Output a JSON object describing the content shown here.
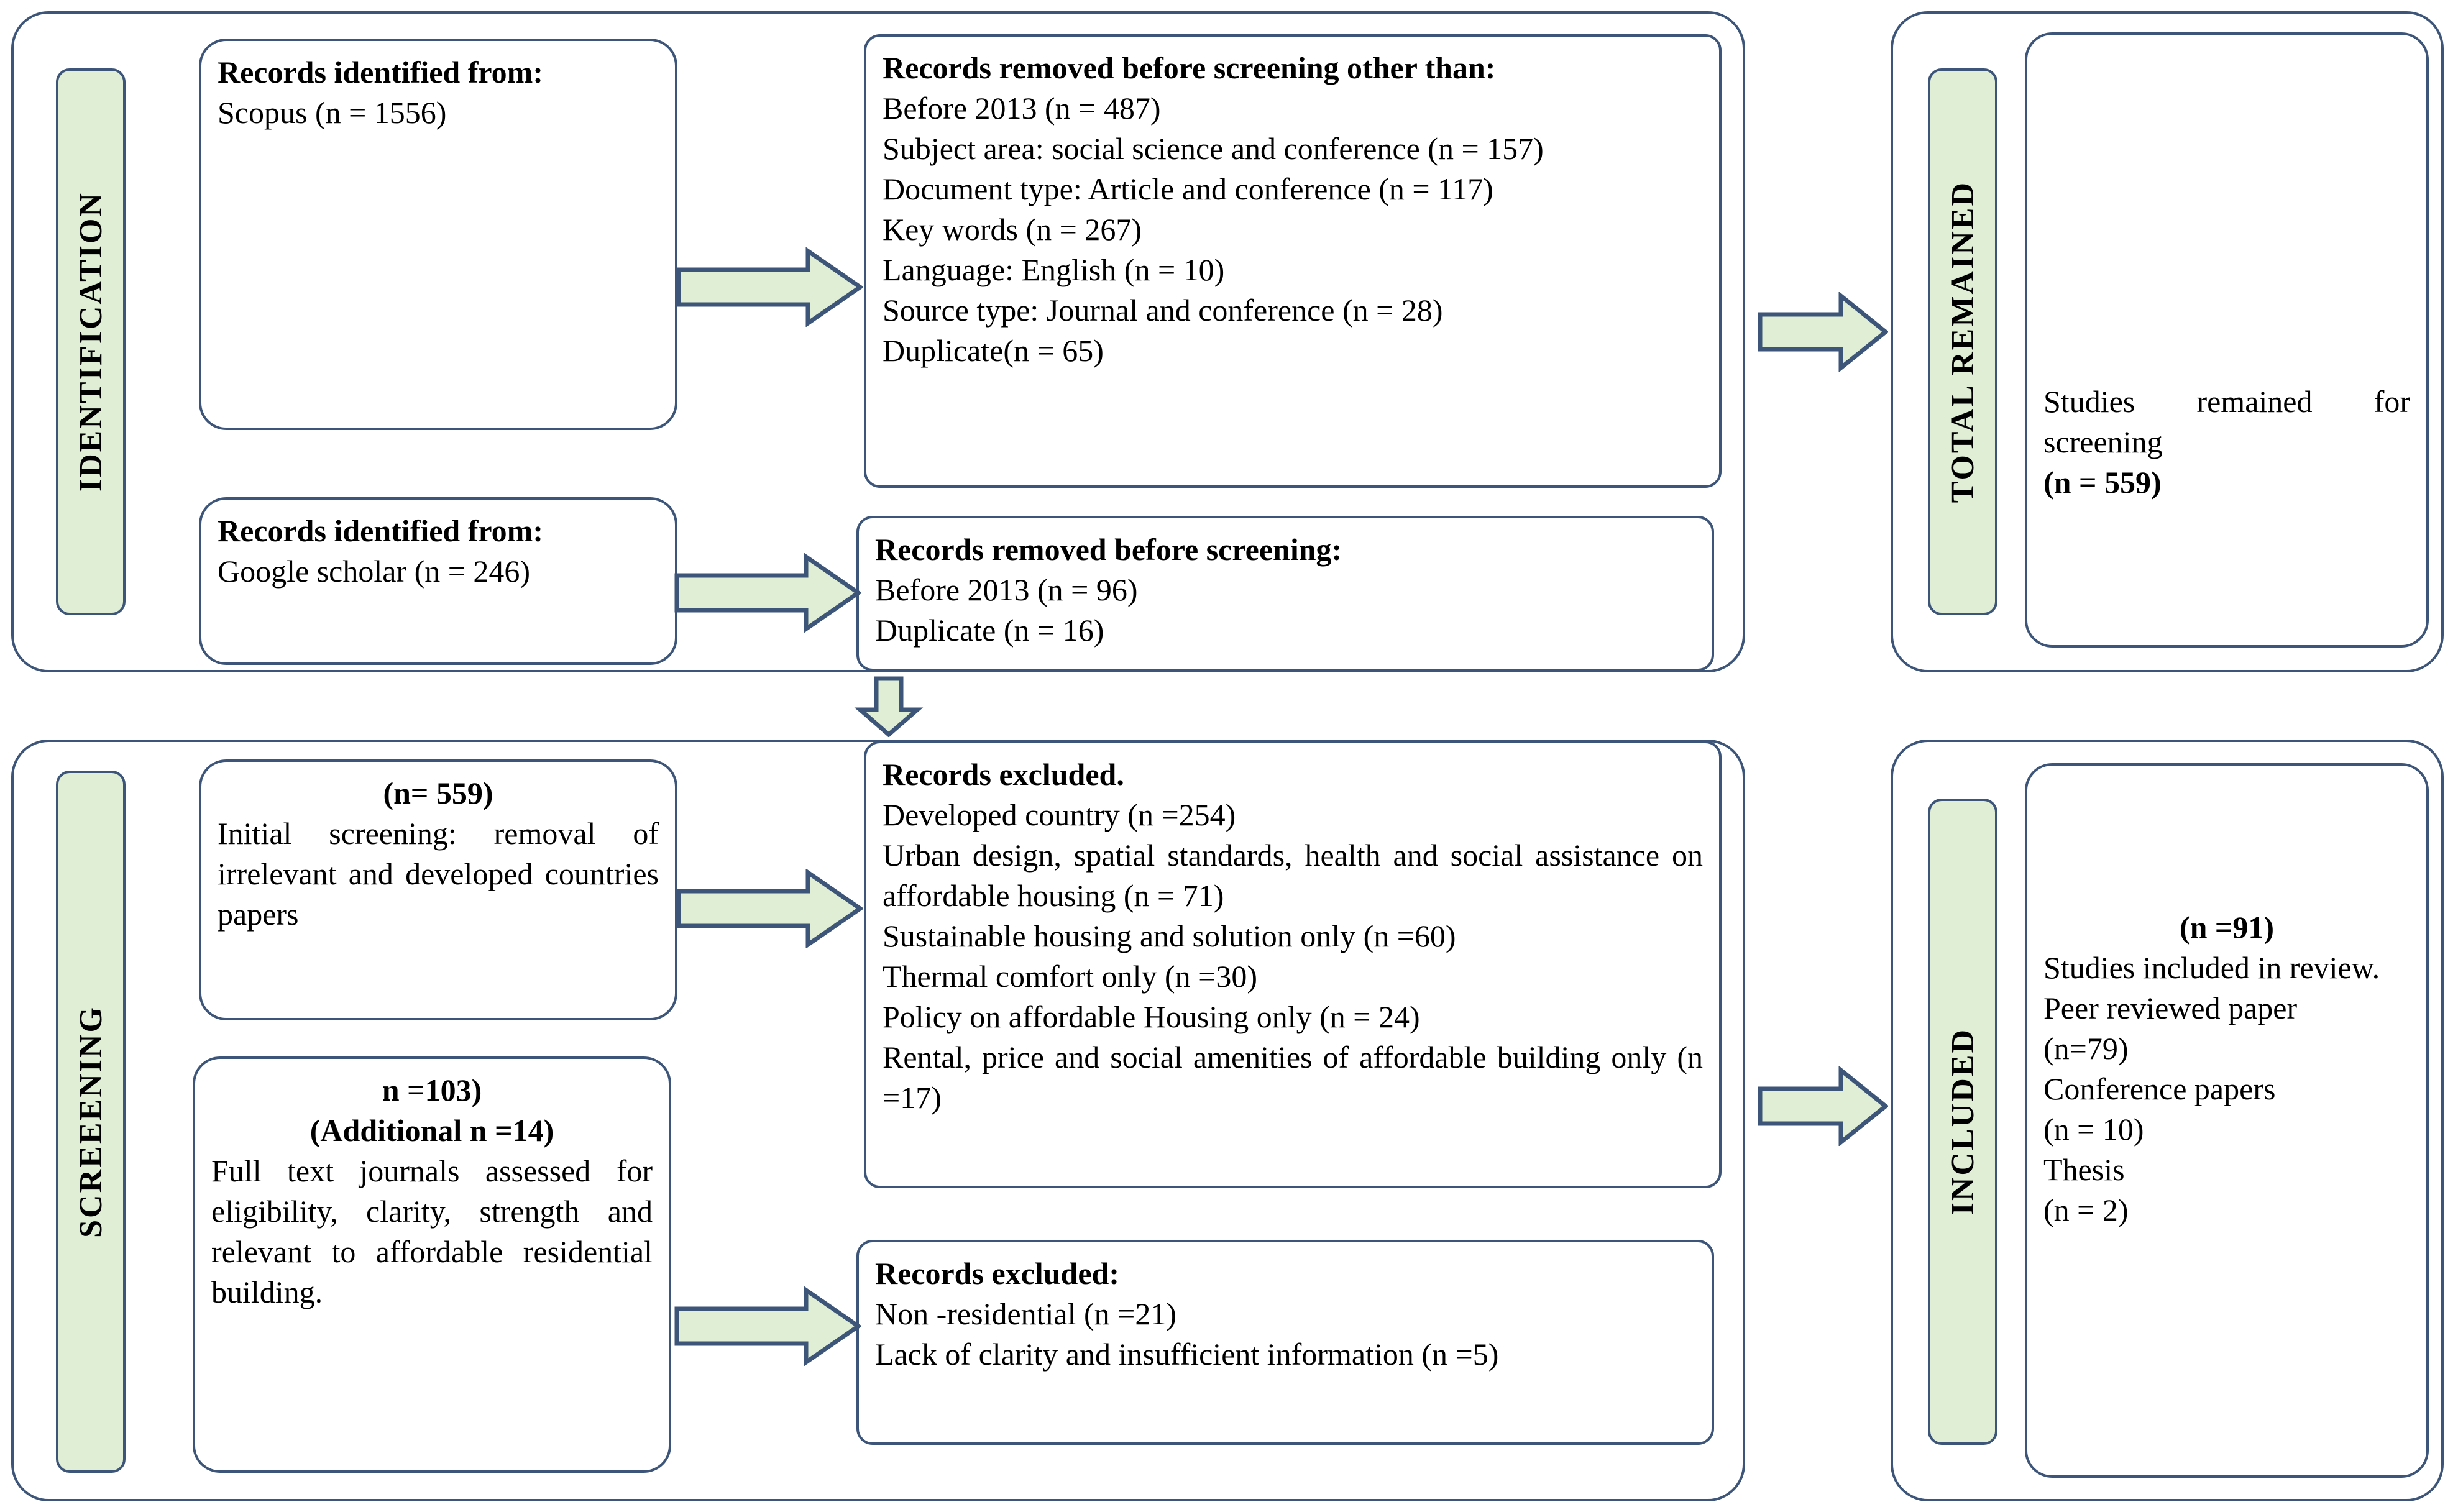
{
  "diagram": {
    "title": "PRISMA flow diagram",
    "colors": {
      "band_fill": "#dfeed4",
      "border": "#3c5578",
      "arrow_fill": "#dfeed4",
      "arrow_stroke": "#3c5578",
      "background": "#ffffff",
      "text": "#000000"
    }
  },
  "stages": {
    "identification": {
      "label": "IDENTIFICATION",
      "sources": [
        {
          "heading": "Records identified from:",
          "value": "Scopus (n = 1556)"
        },
        {
          "heading": "Records identified from:",
          "value": "Google scholar (n = 246)"
        }
      ],
      "removed_main": {
        "heading": "Records removed before screening other than:",
        "items": [
          "Before 2013 (n = 487)",
          "Subject area: social science and conference (n = 157)",
          "Document type: Article and conference (n = 117)",
          "Key words (n = 267)",
          "Language: English (n = 10)",
          "Source type: Journal and conference (n = 28)",
          "Duplicate(n = 65)"
        ]
      },
      "removed_secondary": {
        "heading": "Records removed before screening:",
        "items": [
          "Before 2013 (n = 96)",
          "Duplicate (n = 16)"
        ]
      }
    },
    "total_remained": {
      "label": "TOTAL REMAINED",
      "body": "Studies remained for screening",
      "count": "(n = 559)"
    },
    "screening": {
      "label": "SCREEENING",
      "initial": {
        "count": "(n= 559)",
        "body": "Initial screening: removal of irrelevant and developed countries papers"
      },
      "fulltext": {
        "count": "n =103)",
        "additional": "(Additional n =14)",
        "body": "Full text journals assessed for eligibility, clarity, strength and relevant to affordable residential building."
      },
      "excluded_main": {
        "heading": "Records excluded.",
        "items": [
          "Developed country (n =254)",
          "Urban design, spatial standards, health and social assistance on affordable housing  (n = 71)",
          "Sustainable housing and solution only (n =60)",
          "Thermal comfort only (n =30)",
          "Policy on affordable Housing only (n = 24)",
          "Rental, price and social amenities of affordable building only (n =17)"
        ]
      },
      "excluded_secondary": {
        "heading": "Records excluded:",
        "items": [
          "Non -residential (n =21)",
          "Lack of clarity and insufficient information (n =5)"
        ]
      }
    },
    "included": {
      "label": "INCLUDED",
      "count": "(n =91)",
      "lines": [
        "Studies included in review.",
        "Peer reviewed paper",
        "(n=79)",
        "Conference papers",
        "(n = 10)",
        "Thesis",
        " (n = 2)"
      ]
    }
  }
}
